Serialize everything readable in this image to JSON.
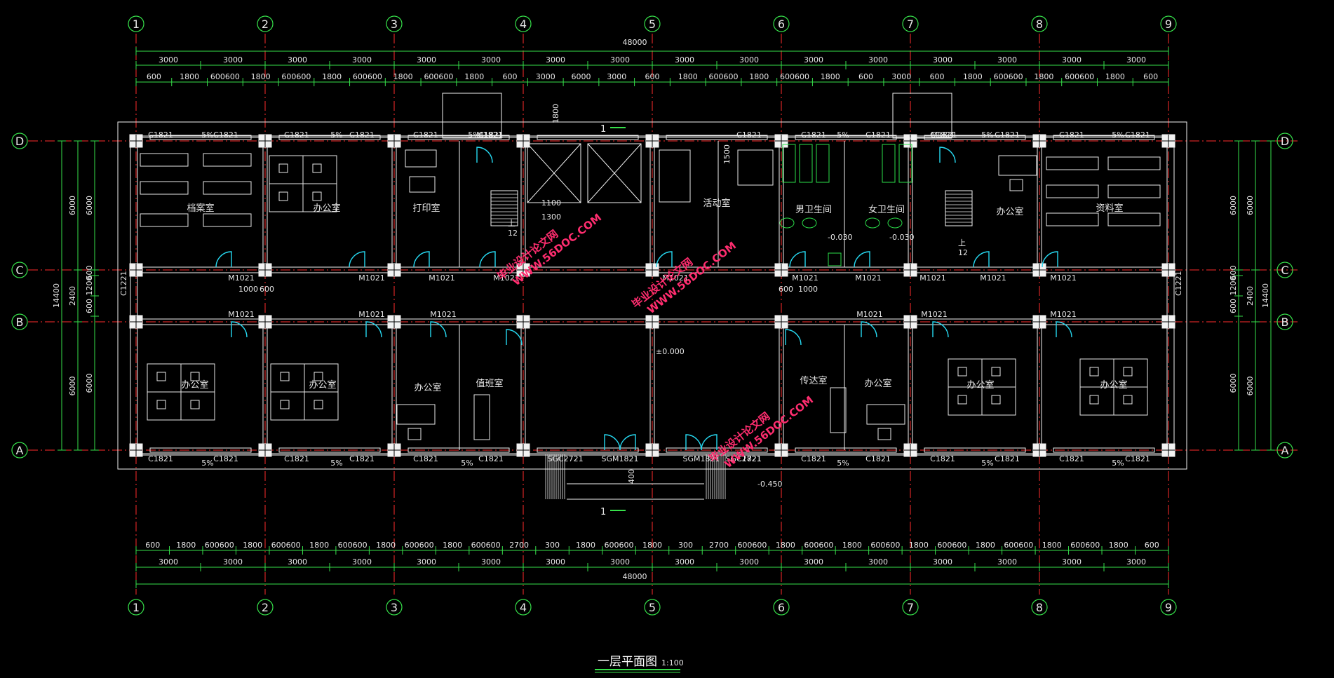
{
  "drawing": {
    "title": "一层平面图",
    "scale": "1:100",
    "total_length": "48000",
    "total_width": "14400",
    "floor_level": "±0.000",
    "entrance_level": "-0.450"
  },
  "axes": {
    "columns": [
      "1",
      "2",
      "3",
      "4",
      "5",
      "6",
      "7",
      "8",
      "9"
    ],
    "rows": [
      "D",
      "C",
      "B",
      "A"
    ]
  },
  "dims": {
    "bay": "3000",
    "top_detail": [
      "600",
      "1800",
      "600600",
      "1800",
      "600600",
      "1800",
      "600600",
      "1800",
      "600600",
      "1800",
      "600",
      "3000",
      "6000",
      "3000",
      "600",
      "1800",
      "600600",
      "1800",
      "600600",
      "1800",
      "600",
      "3000",
      "600",
      "1800",
      "600600",
      "1800",
      "600600",
      "1800",
      "600"
    ],
    "bottom_detail": [
      "600",
      "1800",
      "600600",
      "1800",
      "600600",
      "1800",
      "600600",
      "1800",
      "600600",
      "1800",
      "600600",
      "2700",
      "300",
      "1800",
      "600600",
      "1800",
      "300",
      "2700",
      "600600",
      "1800",
      "600600",
      "1800",
      "600600",
      "1800",
      "600600",
      "1800",
      "600600",
      "1800",
      "600600",
      "1800",
      "600"
    ],
    "vertical_outer": [
      "6000",
      "2400",
      "6000"
    ],
    "vertical_inner": [
      "6000",
      "600",
      "1200",
      "600",
      "6000"
    ],
    "left_total": "14400"
  },
  "rooms": [
    {
      "id": "archive",
      "label": "档案室"
    },
    {
      "id": "office-d2",
      "label": "办公室"
    },
    {
      "id": "print",
      "label": "打印室"
    },
    {
      "id": "activity",
      "label": "活动室"
    },
    {
      "id": "wc-m",
      "label": "男卫生间"
    },
    {
      "id": "wc-f",
      "label": "女卫生间"
    },
    {
      "id": "office-d8",
      "label": "办公室"
    },
    {
      "id": "data",
      "label": "资料室"
    },
    {
      "id": "office-a1",
      "label": "办公室"
    },
    {
      "id": "office-a2",
      "label": "办公室"
    },
    {
      "id": "office-a3",
      "label": "办公室"
    },
    {
      "id": "duty",
      "label": "值班室"
    },
    {
      "id": "reception",
      "label": "传达室"
    },
    {
      "id": "office-a6",
      "label": "办公室"
    },
    {
      "id": "office-a7",
      "label": "办公室"
    },
    {
      "id": "office-a8",
      "label": "办公室"
    }
  ],
  "tags": {
    "window": "C1821",
    "window_side": "C1221",
    "door": "M1021",
    "door_stair": "M1821",
    "door_main": "SGM1821",
    "door_side": "SGC2721",
    "slope": "5%",
    "wc_slope": "-0.030",
    "stair_up": "上",
    "stair_steps": "12",
    "section_mark": "1",
    "elev_1100": "1100",
    "elev_1300": "1300",
    "elev_1800": "1800",
    "elev_1500": "1500",
    "elev_400": "400",
    "dim_1000": "1000",
    "dim_600": "600"
  },
  "watermark": {
    "cn": "毕业设计论文网",
    "url": "WWW.56DOC.COM"
  },
  "colors": {
    "grid": "#ff2d2d",
    "dim": "#36e04a",
    "wall": "#f2f2f2",
    "door": "#26d8f0",
    "furniture": "#e8e8e8",
    "watermark": "#ff2d6f",
    "fixture": "#2be04a"
  }
}
